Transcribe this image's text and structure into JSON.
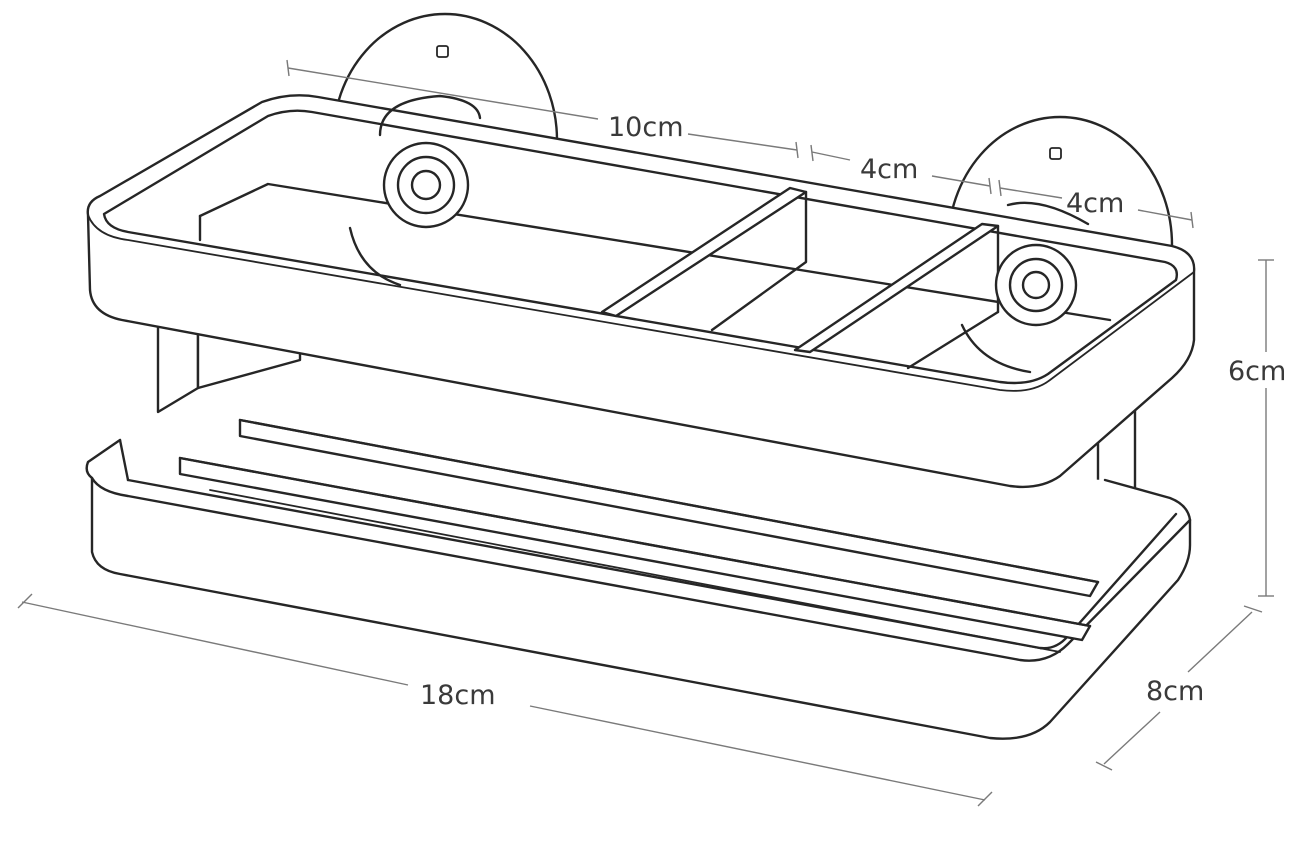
{
  "dimensions": {
    "length": "18cm",
    "depth": "8cm",
    "height": "6cm",
    "compartment_large": "10cm",
    "compartment_middle": "4cm",
    "compartment_small": "4cm"
  },
  "colors": {
    "outline": "#262626",
    "dimension_line": "#7a7a7a",
    "label_text": "#3a3a3a",
    "background": "#ffffff"
  }
}
